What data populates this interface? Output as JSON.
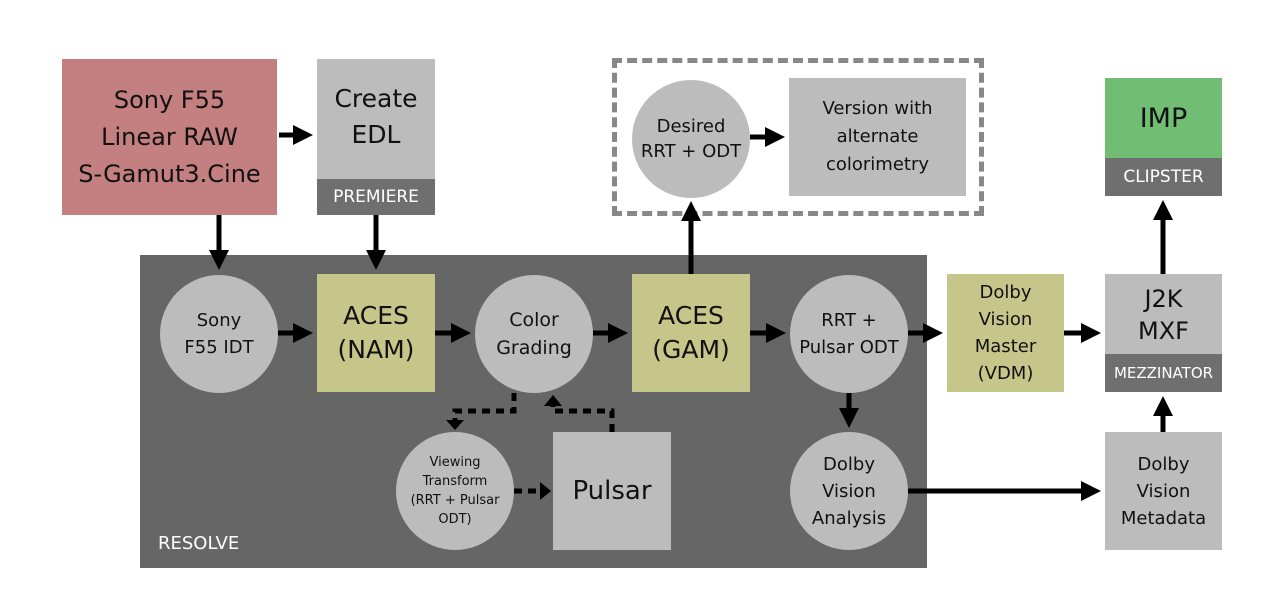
{
  "nodes": {
    "sony_raw": "Sony F55\nLinear RAW\nS-Gamut3.Cine",
    "create_edl": "Create\nEDL",
    "premiere_tag": "PREMIERE",
    "desired_odt": "Desired\nRRT + ODT",
    "alt_version": "Version with\nalternate\ncolorimetry",
    "imp": "IMP",
    "clipster_tag": "CLIPSTER",
    "sony_idt": "Sony\nF55 IDT",
    "aces_nam": "ACES\n(NAM)",
    "color_grading": "Color\nGrading",
    "aces_gam": "ACES\n(GAM)",
    "rrt_pulsar": "RRT +\nPulsar ODT",
    "dolby_master": "Dolby\nVision\nMaster\n(VDM)",
    "j2k_mxf": "J2K\nMXF",
    "mezzinator_tag": "MEZZINATOR",
    "viewing_transform": "Viewing\nTransform\n(RRT + Pulsar\nODT)",
    "pulsar": "Pulsar",
    "dolby_analysis": "Dolby\nVision\nAnalysis",
    "dolby_metadata": "Dolby\nVision\nMetadata",
    "resolve_tag": "RESOLVE"
  },
  "colors": {
    "red_box": "#c48080",
    "light_gray": "#bcbcbc",
    "dark_tag": "#6f6f6f",
    "resolve_bg": "#666666",
    "olive": "#c7c68a",
    "green": "#72bd74",
    "arrow": "#000000"
  }
}
